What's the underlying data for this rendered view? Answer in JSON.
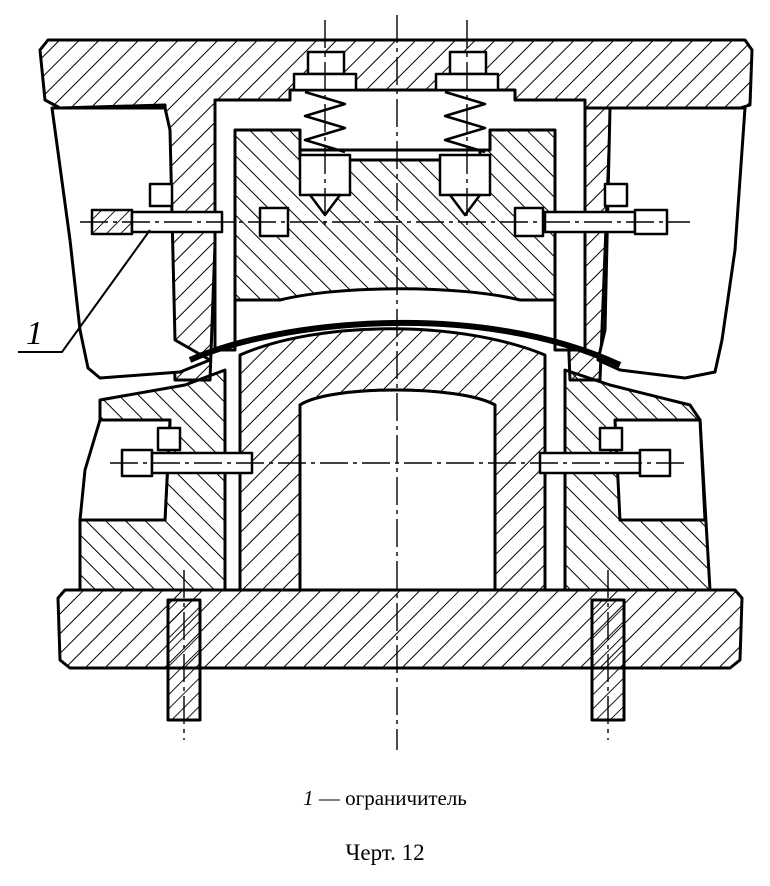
{
  "drawing": {
    "callout_number": "1"
  },
  "legend": {
    "number": "1",
    "dash": "—",
    "text": "ограничитель"
  },
  "figure_caption": "Черт. 12"
}
